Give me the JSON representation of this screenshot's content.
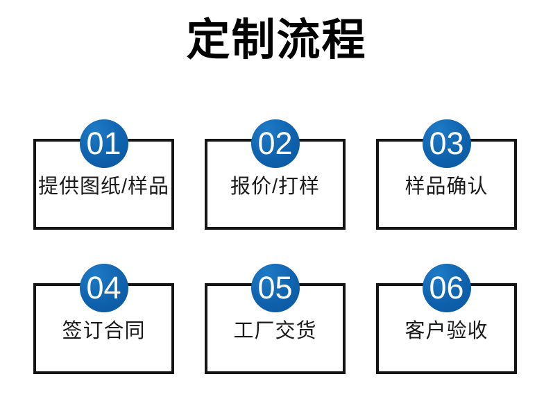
{
  "title": "定制流程",
  "steps": [
    {
      "number": "01",
      "label": "提供图纸/样品"
    },
    {
      "number": "02",
      "label": "报价/打样"
    },
    {
      "number": "03",
      "label": "样品确认"
    },
    {
      "number": "04",
      "label": "签订合同"
    },
    {
      "number": "05",
      "label": "工厂交货"
    },
    {
      "number": "06",
      "label": "客户验收"
    }
  ],
  "colors": {
    "badge_blue": "#0f62ad",
    "badge_blue_light": "#1e7ac6",
    "border_black": "#141414",
    "title_black": "#000000",
    "label_black": "#1a1a1a",
    "background": "#ffffff"
  }
}
